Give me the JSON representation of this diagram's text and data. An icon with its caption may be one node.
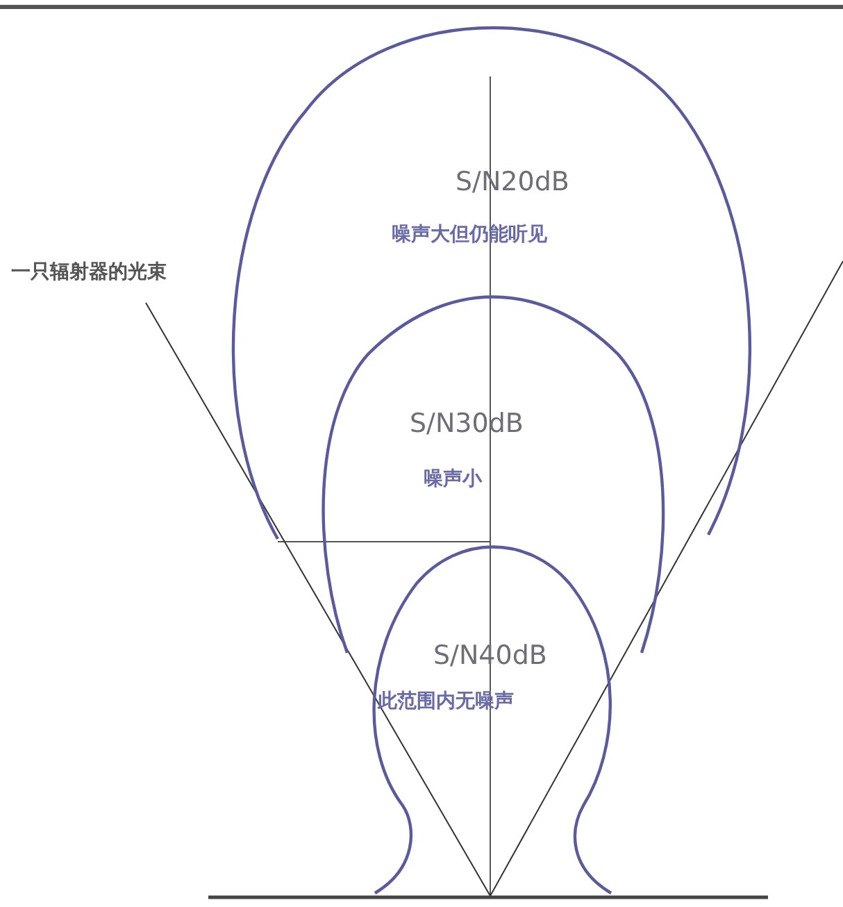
{
  "diagram": {
    "nodes": [
      {
        "text": [
          "S/N20dB",
          "噪声大但仍能听见"
        ]
      },
      {
        "text": [
          "S/N30dB",
          "噪声小"
        ]
      },
      {
        "text": [
          "S/N40dB",
          "此范围内无噪声"
        ]
      }
    ],
    "labels": [
      "一只辐射器的光束"
    ]
  }
}
